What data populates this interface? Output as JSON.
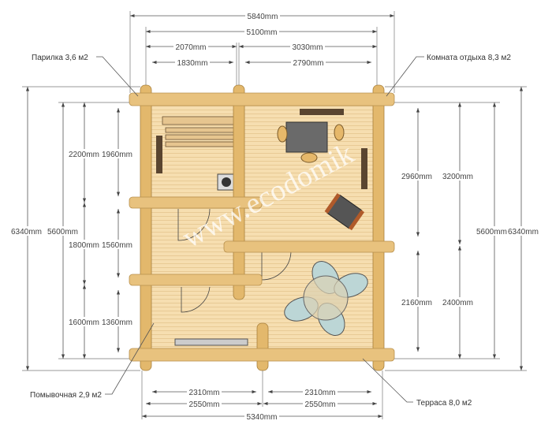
{
  "top_dims": {
    "total_outer": "5840mm",
    "total_inner": "5100mm",
    "left_axis": "2070mm",
    "right_axis": "3030mm",
    "left_clear": "1830mm",
    "right_clear": "2790mm"
  },
  "left_dims": {
    "overall": "6340mm",
    "walls": "5600mm",
    "seg1_axis": "2200mm",
    "seg1_clear": "1960mm",
    "seg2_axis": "1800mm",
    "seg2_clear": "1560mm",
    "seg3_axis": "1600mm",
    "seg3_clear": "1360mm"
  },
  "right_dims": {
    "overall": "6340mm",
    "walls": "5600mm",
    "upper_axis": "3200mm",
    "upper_clear": "2960mm",
    "lower_axis": "2400mm",
    "lower_clear": "2160mm"
  },
  "bottom_dims": {
    "left_clear": "2310mm",
    "right_clear": "2310mm",
    "left_axis": "2550mm",
    "right_axis": "2550mm",
    "total": "5340mm"
  },
  "rooms": {
    "steam_room": "Парилка 3,6 м2",
    "rest_room": "Комната отдыха 8,3 м2",
    "washroom": "Помывочная 2,9 м2",
    "terrace": "Терраса 8,0 м2"
  },
  "watermark": "www.ecodomik",
  "colors": {
    "wood": "#e8c27e",
    "floor": "#f5dcae",
    "line": "#555555"
  }
}
